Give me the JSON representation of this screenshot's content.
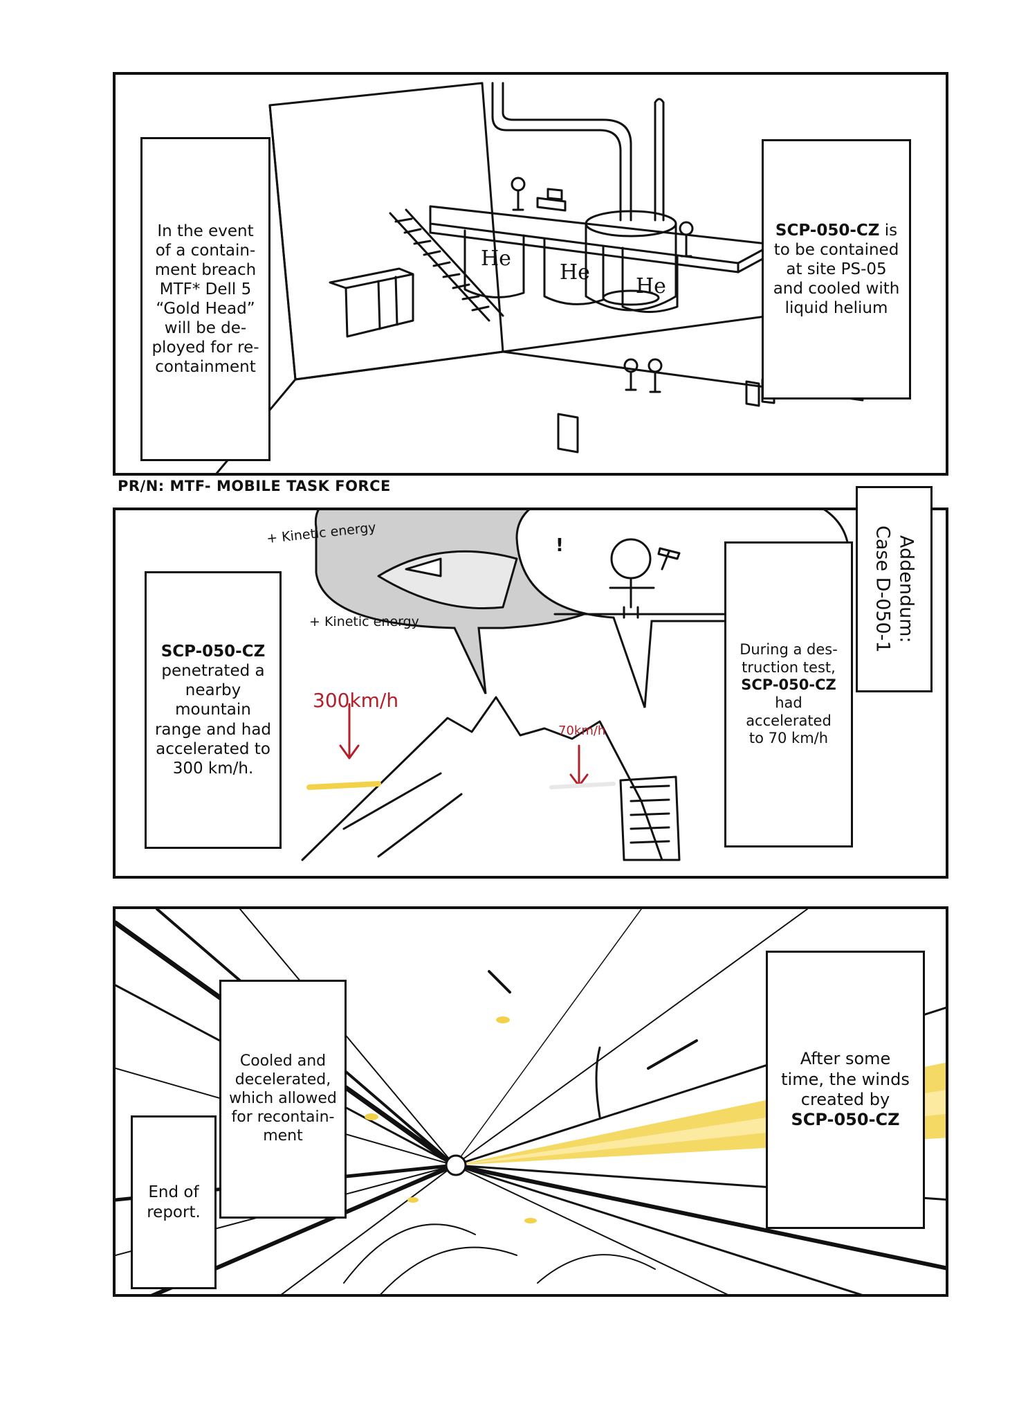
{
  "panel1": {
    "box_left": [
      "In the event",
      "of a contain-",
      "ment breach",
      "MTF* Dell 5",
      "“Gold Head”",
      "will be de-",
      "ployed for re-",
      "containment"
    ],
    "box_right": {
      "bold": "SCP-050-CZ",
      "line1_rest": " is",
      "lines": [
        "to be contained",
        "at site PS-05",
        "and cooled with",
        "liquid helium"
      ]
    },
    "tank_labels": [
      "He",
      "He",
      "He"
    ]
  },
  "translator_note": "PR/N: MTF- MOBILE TASK FORCE",
  "addendum": [
    "Addendum:",
    "Case D-050-1"
  ],
  "panel2": {
    "kinetic_top": "+ Kinetic energy",
    "kinetic_bottom": "+ Kinetic energy",
    "speech_mark": "!",
    "speed_high": "300km/h",
    "speed_low": "70km/h",
    "box_left": {
      "bold": "SCP-050-CZ",
      "lines": [
        "penetrated a",
        "nearby mountain",
        "range and had",
        "accelerated to",
        "300 km/h."
      ]
    },
    "box_right": {
      "lines_before": [
        "During a des-",
        "truction test,"
      ],
      "bold": "SCP-050-CZ",
      "lines_after": [
        "had accelerated",
        "to 70 km/h"
      ]
    }
  },
  "panel3": {
    "box_cooled": [
      "Cooled and",
      "decelerated,",
      "which allowed",
      "for recontain-",
      "ment"
    ],
    "box_end": [
      "End of",
      "report."
    ],
    "box_winds": {
      "lines": [
        "After some",
        "time, the winds",
        "created by"
      ],
      "bold": "SCP-050-CZ"
    }
  },
  "colors": {
    "ink": "#111111",
    "accent_yellow": "#f3d24a",
    "speed_red": "#b3202a",
    "bubble_gray": "#cfcfcf"
  }
}
